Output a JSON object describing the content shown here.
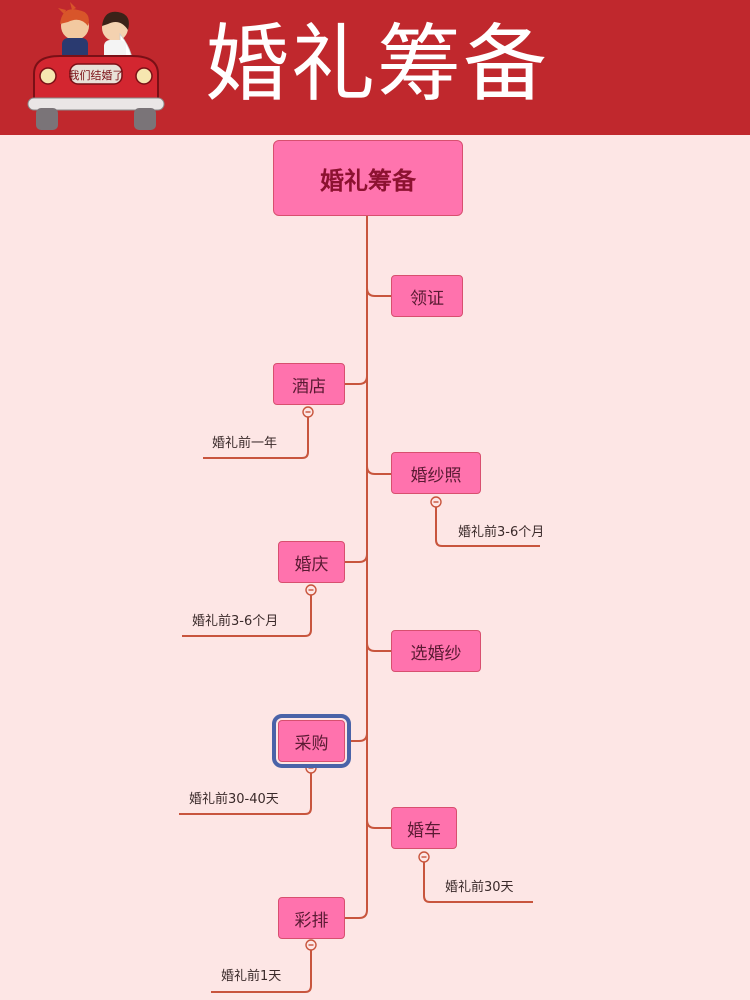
{
  "header": {
    "title": "婚礼筹备",
    "car_plate": "我们结婚了"
  },
  "mindmap": {
    "root": "婚礼筹备",
    "branches": [
      {
        "id": "lingzheng",
        "label": "领证"
      },
      {
        "id": "jiudian",
        "label": "酒店",
        "note": "婚礼前一年"
      },
      {
        "id": "hunshazhao",
        "label": "婚纱照",
        "note": "婚礼前3-6个月"
      },
      {
        "id": "hunqing",
        "label": "婚庆",
        "note": "婚礼前3-6个月"
      },
      {
        "id": "xuanhunsha",
        "label": "选婚纱"
      },
      {
        "id": "caigou",
        "label": "采购",
        "note": "婚礼前30-40天"
      },
      {
        "id": "hunche",
        "label": "婚车",
        "note": "婚礼前30天"
      },
      {
        "id": "caipai",
        "label": "彩排",
        "note": "婚礼前1天"
      }
    ]
  },
  "colors": {
    "header_bg": "#c0282d",
    "canvas_bg": "#fde6e5",
    "node_fill": "#ff72ad",
    "connector": "#c8553d",
    "selection": "#4a63a8"
  }
}
